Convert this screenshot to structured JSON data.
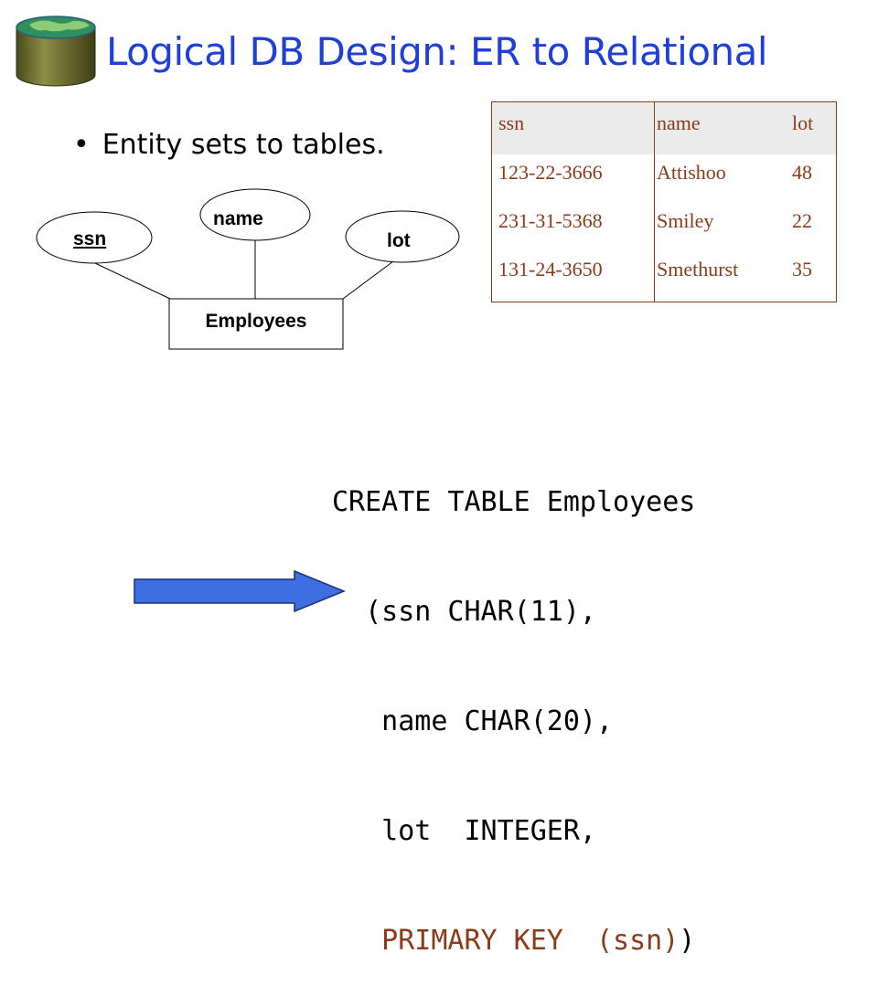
{
  "slide": {
    "title": "Logical DB Design: ER to Relational",
    "bullet": "Entity sets to tables."
  },
  "er": {
    "entity": "Employees",
    "attributes": [
      {
        "name": "ssn",
        "key": true
      },
      {
        "name": "name",
        "key": false
      },
      {
        "name": "lot",
        "key": false
      }
    ]
  },
  "table": {
    "columns": [
      "ssn",
      "name",
      "lot"
    ],
    "rows": [
      [
        "123-22-3666",
        "Attishoo",
        "48"
      ],
      [
        "231-31-5368",
        "Smiley",
        "22"
      ],
      [
        "131-24-3650",
        "Smethurst",
        "35"
      ]
    ]
  },
  "sql": {
    "line1": "CREATE TABLE Employees",
    "line2": "  (ssn CHAR(11),",
    "line3": "   name CHAR(20),",
    "line4": "   lot  INTEGER,",
    "line5_pk": "   PRIMARY KEY  (ssn)",
    "line5_end": ")"
  },
  "colors": {
    "title": "#1f3fd9",
    "table_text": "#8b3a1a",
    "arrow": "#3d6fe0",
    "logo_body": "#6b6b2e"
  },
  "icons": {
    "logo": "database-globe-icon",
    "pointer": "right-arrow-icon"
  }
}
